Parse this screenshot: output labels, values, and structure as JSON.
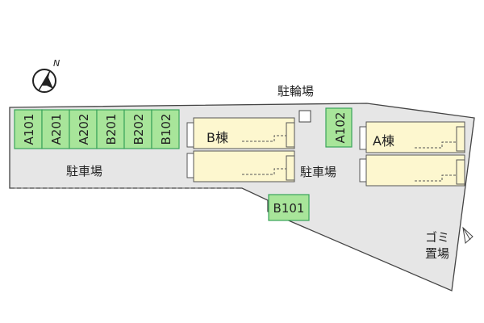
{
  "compass": {
    "north": "N"
  },
  "labels": {
    "bike_parking": "駐輪場",
    "parking_left": "駐車場",
    "parking_center": "駐車場",
    "garbage_line1": "ゴミ",
    "garbage_line2": "置場"
  },
  "buildings": {
    "b": "B棟",
    "a": "A棟"
  },
  "parking_slots": {
    "left": [
      "A101",
      "A201",
      "A202",
      "B201",
      "B202",
      "B102"
    ],
    "a102": "A102",
    "b101": "B101"
  },
  "colors": {
    "lot": "#e6e6e6",
    "slot_fill": "#a8e59a",
    "slot_border": "#3aa35a",
    "building": "#fdf7cf",
    "outline": "#444444"
  }
}
